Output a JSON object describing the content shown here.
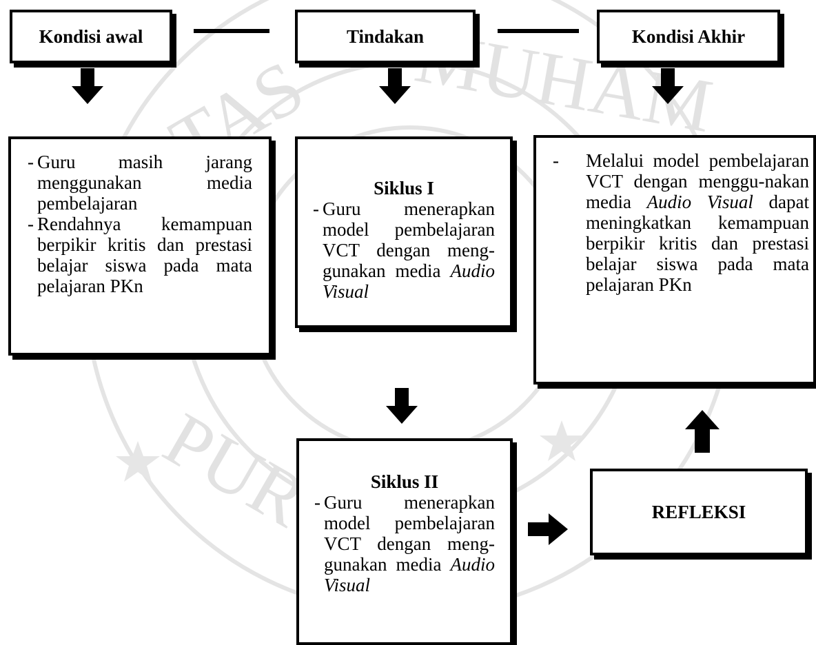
{
  "header": {
    "initial": "Kondisi awal",
    "action": "Tindakan",
    "final": "Kondisi Akhir"
  },
  "initial_condition": {
    "items": [
      "Guru masih jarang menggunakan media pembelajaran",
      "Rendahnya kemampuan berpikir kritis dan prestasi belajar siswa pada mata pelajaran PKn"
    ]
  },
  "cycle1": {
    "title": "Siklus I",
    "text": "Guru menerapkan model pembelajaran VCT dengan meng-gunakan media",
    "media": "Audio Visual"
  },
  "cycle2": {
    "title": "Siklus II",
    "text": "Guru menerapkan model pembelajaran VCT dengan meng-gunakan media",
    "media": "Audio Visual"
  },
  "final_condition": {
    "text_a": "Melalui model pembelajaran VCT dengan menggu-nakan media",
    "media": "Audio Visual",
    "text_b": "dapat meningkatkan kemampuan berpikir kritis dan prestasi belajar siswa pada mata pelajaran PKn"
  },
  "reflection": {
    "label": "REFLEKSI"
  }
}
